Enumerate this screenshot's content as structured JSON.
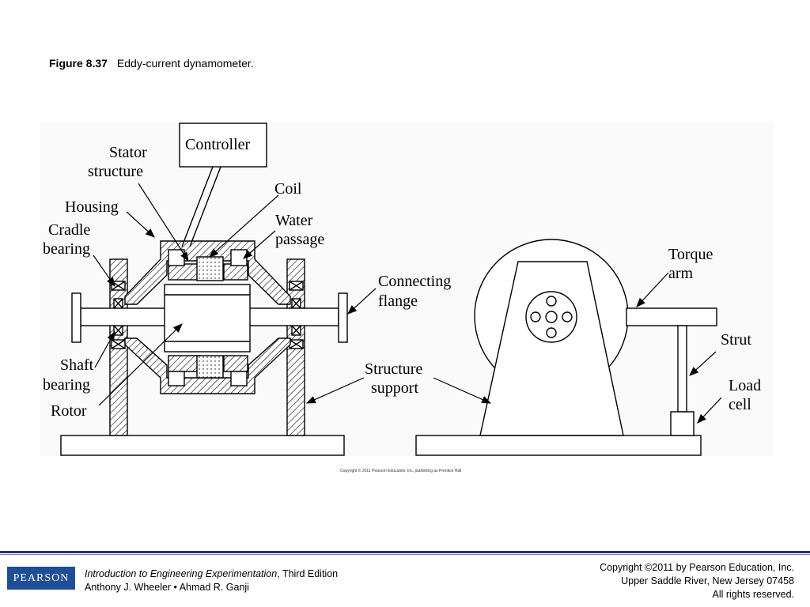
{
  "figure": {
    "number": "Figure 8.37",
    "title": "Eddy-current dynamometer."
  },
  "labels": {
    "controller": "Controller",
    "stator_1": "Stator",
    "stator_2": "structure",
    "housing": "Housing",
    "cradle_1": "Cradle",
    "cradle_2": "bearing",
    "coil": "Coil",
    "water_1": "Water",
    "water_2": "passage",
    "connecting_1": "Connecting",
    "connecting_2": "flange",
    "shaft_1": "Shaft",
    "shaft_2": "bearing",
    "rotor": "Rotor",
    "structure_1": "Structure",
    "structure_2": "support",
    "torque_1": "Torque",
    "torque_2": "arm",
    "strut": "Strut",
    "load_1": "Load",
    "load_2": "cell"
  },
  "figure_copyright": "Copyright © 2011 Pearson Education, Inc. publishing as Prentice Hall",
  "footer": {
    "logo": "PEARSON",
    "book_title": "Introduction to Engineering Experimentation",
    "edition": ", Third Edition",
    "authors": "Anthony J. Wheeler • Ahmad R. Ganji",
    "copyright_1": "Copyright ©2011 by Pearson Education, Inc.",
    "copyright_2": "Upper Saddle River, New Jersey 07458",
    "copyright_3": "All rights reserved."
  }
}
